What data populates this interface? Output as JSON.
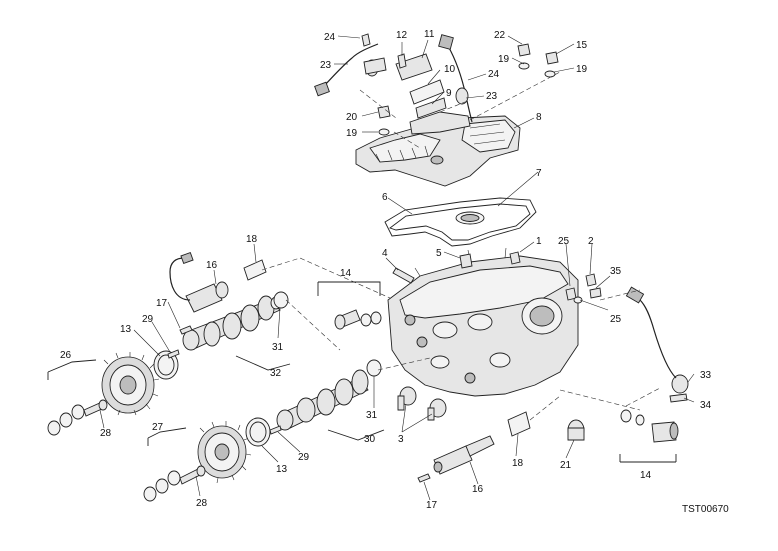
{
  "diagram": {
    "code": "TST00670",
    "callouts": [
      {
        "id": "c24a",
        "text": "24"
      },
      {
        "id": "c12",
        "text": "12"
      },
      {
        "id": "c11",
        "text": "11"
      },
      {
        "id": "c22",
        "text": "22"
      },
      {
        "id": "c15",
        "text": "15"
      },
      {
        "id": "c23a",
        "text": "23"
      },
      {
        "id": "c10",
        "text": "10"
      },
      {
        "id": "c24b",
        "text": "24"
      },
      {
        "id": "c19a",
        "text": "19"
      },
      {
        "id": "c19b",
        "text": "19"
      },
      {
        "id": "c9",
        "text": "9"
      },
      {
        "id": "c23b",
        "text": "23"
      },
      {
        "id": "c20",
        "text": "20"
      },
      {
        "id": "c8",
        "text": "8"
      },
      {
        "id": "c19c",
        "text": "19"
      },
      {
        "id": "c7",
        "text": "7"
      },
      {
        "id": "c6",
        "text": "6"
      },
      {
        "id": "c18a",
        "text": "18"
      },
      {
        "id": "c1",
        "text": "1"
      },
      {
        "id": "c25a",
        "text": "25"
      },
      {
        "id": "c2",
        "text": "2"
      },
      {
        "id": "c5",
        "text": "5"
      },
      {
        "id": "c4",
        "text": "4"
      },
      {
        "id": "c16a",
        "text": "16"
      },
      {
        "id": "c14a",
        "text": "14"
      },
      {
        "id": "c35",
        "text": "35"
      },
      {
        "id": "c25b",
        "text": "25"
      },
      {
        "id": "c17a",
        "text": "17"
      },
      {
        "id": "c29a",
        "text": "29"
      },
      {
        "id": "c13a",
        "text": "13"
      },
      {
        "id": "c31a",
        "text": "31"
      },
      {
        "id": "c26",
        "text": "26"
      },
      {
        "id": "c32",
        "text": "32"
      },
      {
        "id": "c33",
        "text": "33"
      },
      {
        "id": "c34",
        "text": "34"
      },
      {
        "id": "c28a",
        "text": "28"
      },
      {
        "id": "c31b",
        "text": "31"
      },
      {
        "id": "c27",
        "text": "27"
      },
      {
        "id": "c30",
        "text": "30"
      },
      {
        "id": "c3",
        "text": "3"
      },
      {
        "id": "c18b",
        "text": "18"
      },
      {
        "id": "c21",
        "text": "21"
      },
      {
        "id": "c13b",
        "text": "13"
      },
      {
        "id": "c29b",
        "text": "29"
      },
      {
        "id": "c14b",
        "text": "14"
      },
      {
        "id": "c16b",
        "text": "16"
      },
      {
        "id": "c28b",
        "text": "28"
      },
      {
        "id": "c17b",
        "text": "17"
      }
    ]
  }
}
